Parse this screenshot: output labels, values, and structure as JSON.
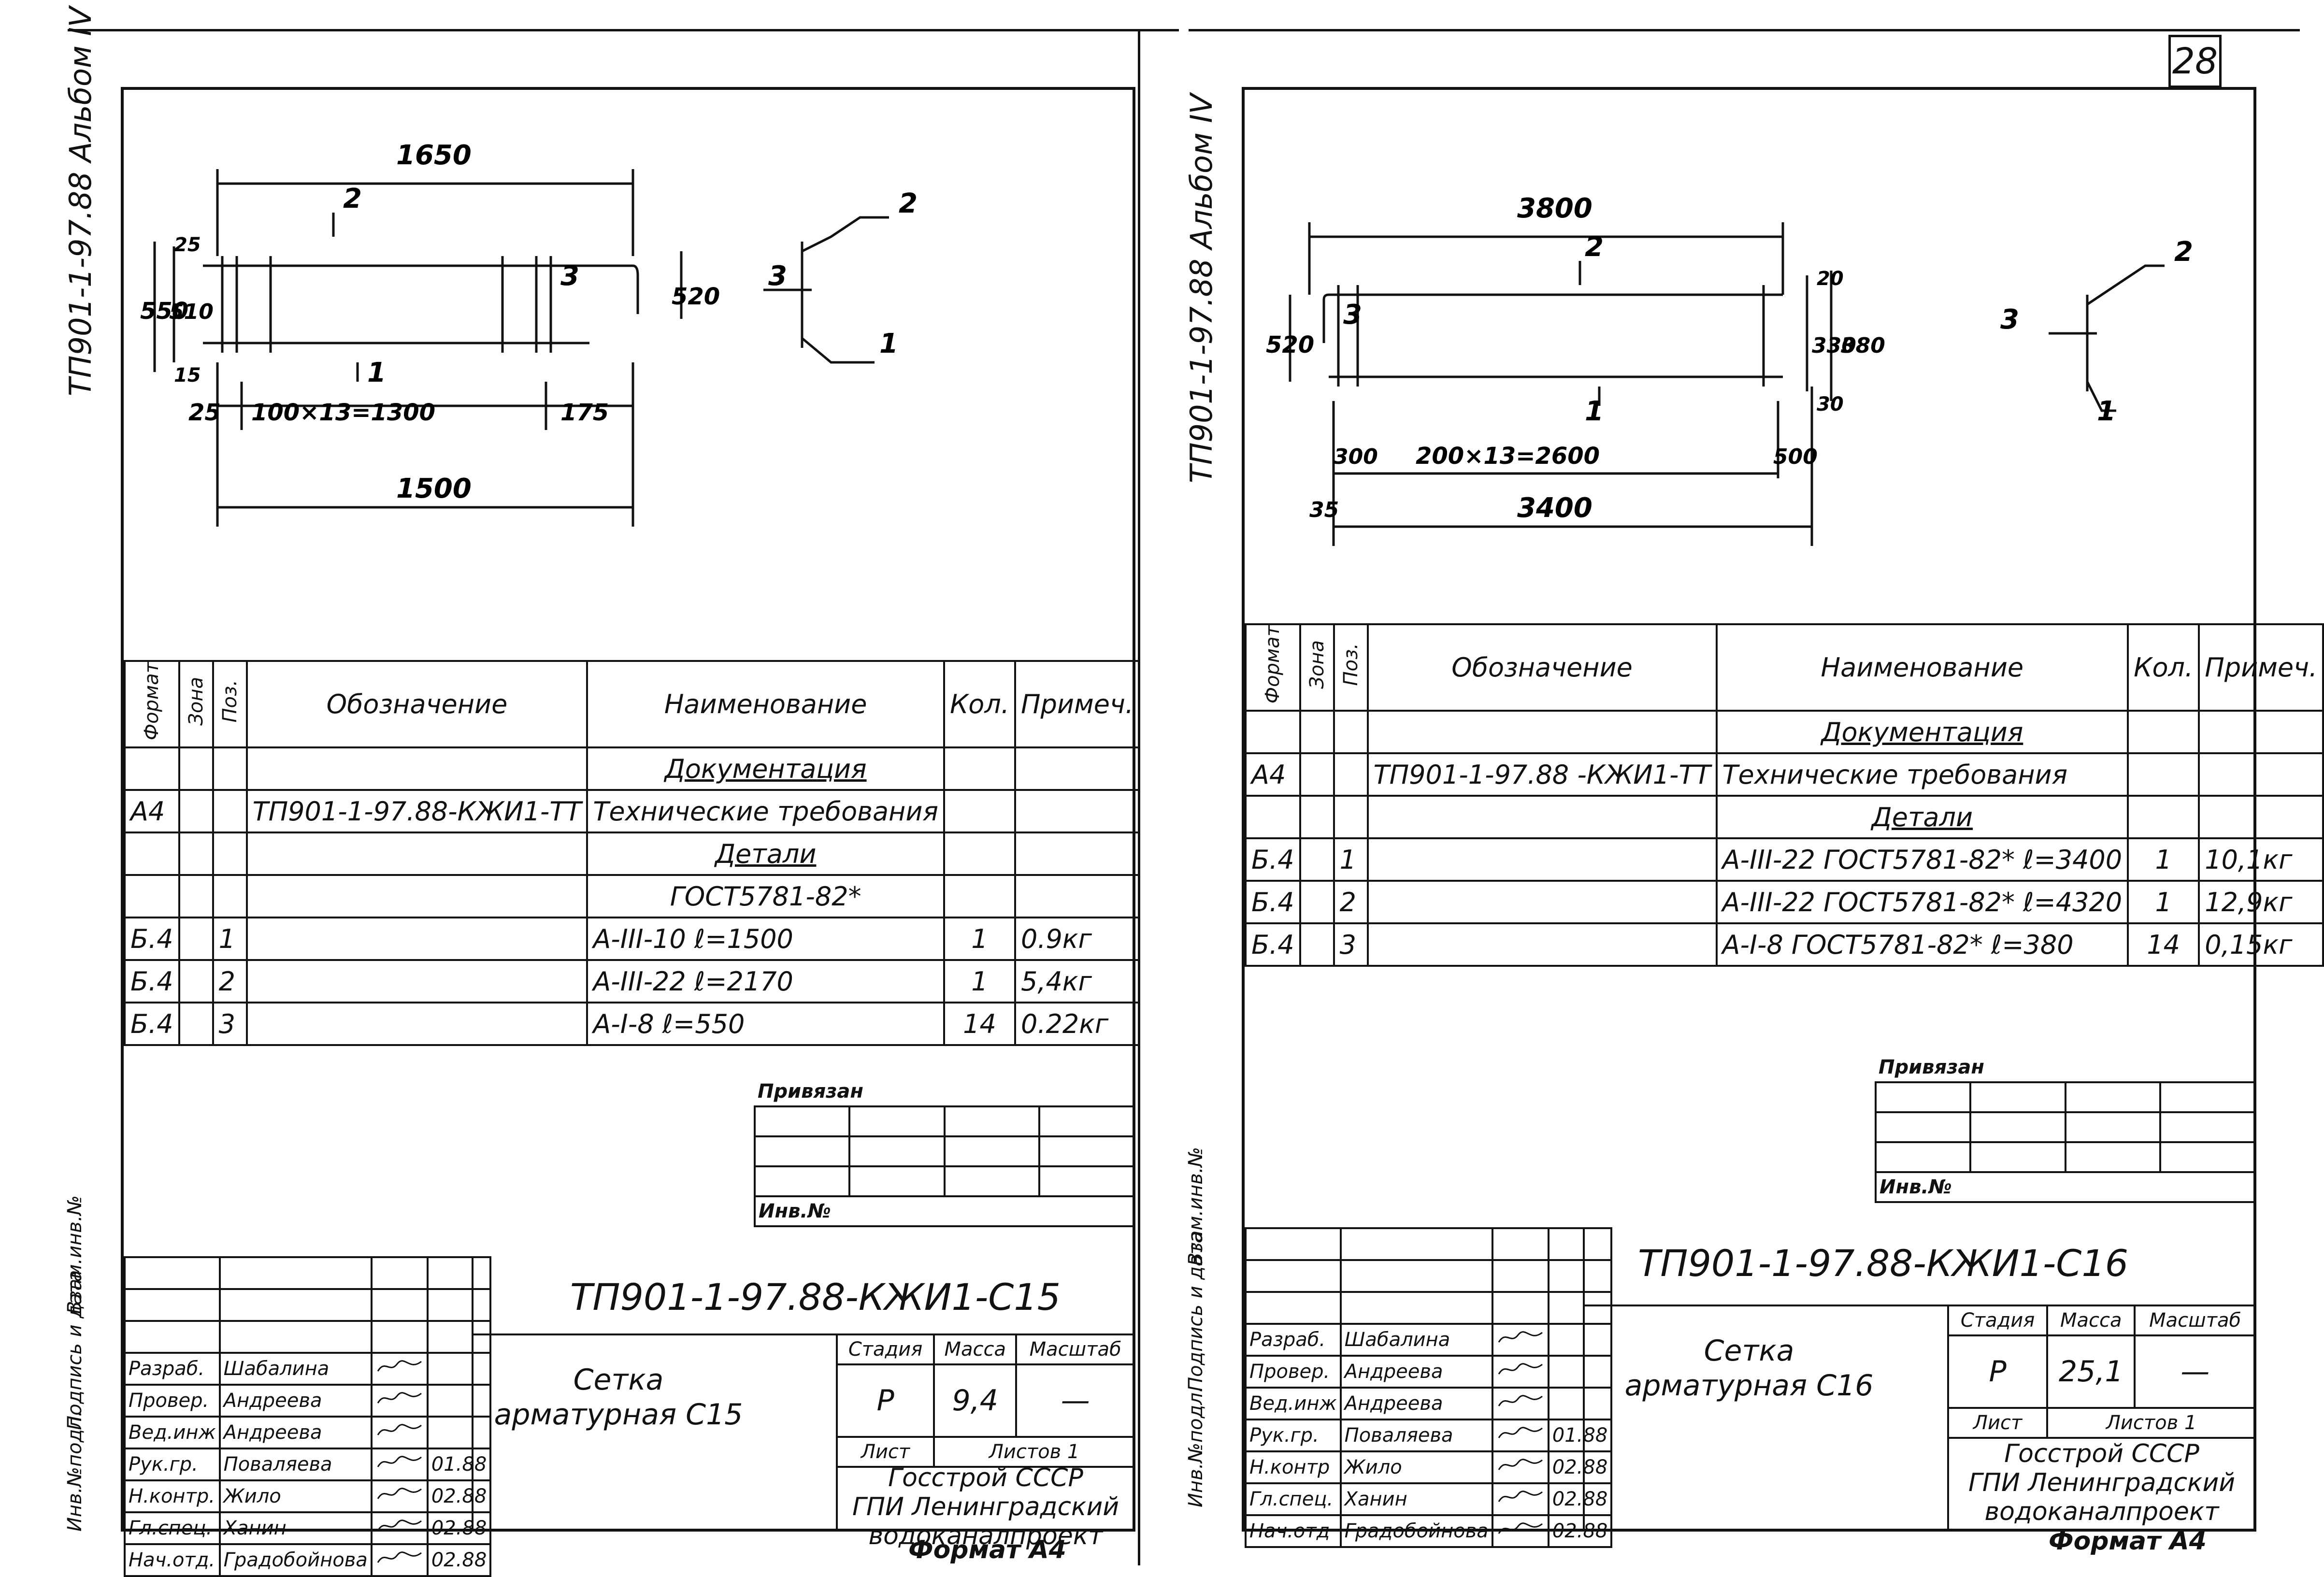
{
  "page_number": "28",
  "album_label": "ТП901-1-97.88 Альбом IV",
  "sidebar": {
    "vzam_inv": "Взам.инв.№",
    "podpis_data": "Подпись и дата",
    "inv_podl": "Инв.№подл."
  },
  "sheets": [
    {
      "id": "c15",
      "dims": {
        "overall_top": "1650",
        "pos2": "2",
        "pos3": "3",
        "pos1": "1",
        "h550": "550",
        "h510": "510",
        "h25": "25",
        "h15": "15",
        "h520": "520",
        "left25": "25",
        "pitch": "100×13=1300",
        "right175": "175",
        "bottom1500": "1500",
        "side2": "2",
        "side3": "3",
        "side1": "1"
      },
      "spec": {
        "headers": [
          "Формат",
          "Зона",
          "Поз.",
          "Обозначение",
          "Наименование",
          "Кол.",
          "Примеч."
        ],
        "rows": [
          {
            "format": "",
            "zona": "",
            "poz": "",
            "oboz": "",
            "naim": "Документация",
            "naim_u": true,
            "kol": "",
            "prim": ""
          },
          {
            "format": "А4",
            "zona": "",
            "poz": "",
            "oboz": "ТП901-1-97.88-КЖИ1-ТТ",
            "naim": "Технические требования",
            "naim_u": false,
            "kol": "",
            "prim": ""
          },
          {
            "format": "",
            "zona": "",
            "poz": "",
            "oboz": "",
            "naim": "Детали",
            "naim_u": true,
            "kol": "",
            "prim": ""
          },
          {
            "format": "",
            "zona": "",
            "poz": "",
            "oboz": "",
            "naim": "ГОСТ5781-82*",
            "naim_u": false,
            "kol": "",
            "prim": ""
          },
          {
            "format": "Б.4",
            "zona": "",
            "poz": "1",
            "oboz": "",
            "naim": "А-III-10          ℓ=1500",
            "naim_u": false,
            "kol": "1",
            "prim": "0.9кг"
          },
          {
            "format": "Б.4",
            "zona": "",
            "poz": "2",
            "oboz": "",
            "naim": "А-III-22          ℓ=2170",
            "naim_u": false,
            "kol": "1",
            "prim": "5,4кг"
          },
          {
            "format": "Б.4",
            "zona": "",
            "poz": "3",
            "oboz": "",
            "naim": "А-I-8           ℓ=550",
            "naim_u": false,
            "kol": "14",
            "prim": "0.22кг"
          }
        ]
      },
      "privyazan": "Привязан",
      "inv_no": "Инв.№",
      "doc_number": "ТП901-1-97.88-КЖИ1-С15",
      "title": "Сетка\nарматурная С15",
      "stage_headers": [
        "Стадия",
        "Масса",
        "Масштаб"
      ],
      "stage_values": [
        "Р",
        "9,4",
        "—"
      ],
      "list": "Лист",
      "listov": "Листов 1",
      "org": "Госстрой СССР\nГПИ Ленинградский\nводоканалпроект",
      "signatures": [
        {
          "role": "Разраб.",
          "name": "Шабалина",
          "date": ""
        },
        {
          "role": "Провер.",
          "name": "Андреева",
          "date": ""
        },
        {
          "role": "Вед.инж",
          "name": "Андреева",
          "date": ""
        },
        {
          "role": "Рук.гр.",
          "name": "Поваляева",
          "date": "01.88"
        },
        {
          "role": "Н.контр.",
          "name": "Жило",
          "date": "02.88"
        },
        {
          "role": "Гл.спец.",
          "name": "Ханин",
          "date": "02.88"
        },
        {
          "role": "Нач.отд.",
          "name": "Градобойнова",
          "date": "02.88"
        }
      ],
      "format": "Формат А4"
    },
    {
      "id": "c16",
      "dims": {
        "overall_top": "3800",
        "pos2": "2",
        "pos3": "3",
        "pos1": "1",
        "h520": "520",
        "h20": "20",
        "h330": "330",
        "h380": "380",
        "h30": "30",
        "left300": "300",
        "pitch": "200×13=2600",
        "right500": "500",
        "left35": "35",
        "bottom3400": "3400",
        "side2": "2",
        "side3": "3",
        "side1": "1"
      },
      "spec": {
        "headers": [
          "Формат",
          "Зона",
          "Поз.",
          "Обозначение",
          "Наименование",
          "Кол.",
          "Примеч."
        ],
        "rows": [
          {
            "format": "",
            "zona": "",
            "poz": "",
            "oboz": "",
            "naim": "Документация",
            "naim_u": true,
            "kol": "",
            "prim": ""
          },
          {
            "format": "А4",
            "zona": "",
            "poz": "",
            "oboz": "ТП901-1-97.88 -КЖИ1-ТТ",
            "naim": "Технические требования",
            "naim_u": false,
            "kol": "",
            "prim": ""
          },
          {
            "format": "",
            "zona": "",
            "poz": "",
            "oboz": "",
            "naim": "Детали",
            "naim_u": true,
            "kol": "",
            "prim": ""
          },
          {
            "format": "Б.4",
            "zona": "",
            "poz": "1",
            "oboz": "",
            "naim": "А-III-22 ГОСТ5781-82* ℓ=3400",
            "naim_u": false,
            "kol": "1",
            "prim": "10,1кг"
          },
          {
            "format": "Б.4",
            "zona": "",
            "poz": "2",
            "oboz": "",
            "naim": "А-III-22 ГОСТ5781-82* ℓ=4320",
            "naim_u": false,
            "kol": "1",
            "prim": "12,9кг"
          },
          {
            "format": "Б.4",
            "zona": "",
            "poz": "3",
            "oboz": "",
            "naim": "А-I-8 ГОСТ5781-82* ℓ=380",
            "naim_u": false,
            "kol": "14",
            "prim": "0,15кг"
          }
        ]
      },
      "privyazan": "Привязан",
      "inv_no": "Инв.№",
      "doc_number": "ТП901-1-97.88-КЖИ1-С16",
      "title": "Сетка\nарматурная С16",
      "stage_headers": [
        "Стадия",
        "Масса",
        "Масштаб"
      ],
      "stage_values": [
        "Р",
        "25,1",
        "—"
      ],
      "list": "Лист",
      "listov": "Листов 1",
      "org": "Госстрой СССР\nГПИ Ленинградский\nводоканалпроект",
      "signatures": [
        {
          "role": "Разраб.",
          "name": "Шабалина",
          "date": ""
        },
        {
          "role": "Провер.",
          "name": "Андреева",
          "date": ""
        },
        {
          "role": "Вед.инж",
          "name": "Андреева",
          "date": ""
        },
        {
          "role": "Рук.гр.",
          "name": "Поваляева",
          "date": "01.88"
        },
        {
          "role": "Н.контр",
          "name": "Жило",
          "date": "02.88"
        },
        {
          "role": "Гл.спец.",
          "name": "Ханин",
          "date": "02.88"
        },
        {
          "role": "Нач.отд",
          "name": "Градобойнова",
          "date": "02.88"
        }
      ],
      "format": "Формат А4"
    }
  ]
}
